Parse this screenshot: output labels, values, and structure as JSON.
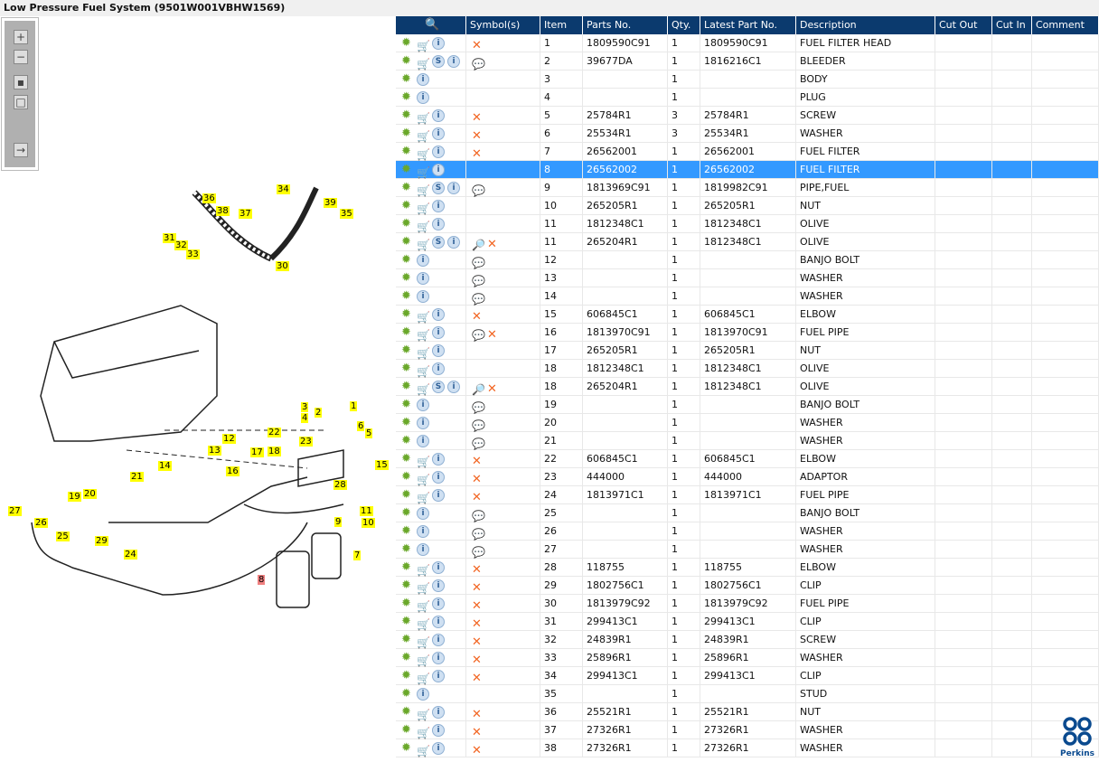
{
  "title": "Low Pressure Fuel System (9501W001VBHW1569)",
  "zoom_tools": [
    "zoom-in",
    "zoom-out",
    "fit-all",
    "fit-window",
    "toggle-panel"
  ],
  "columns": [
    "",
    "Symbol(s)",
    "Item",
    "Parts No.",
    "Qty.",
    "Latest Part No.",
    "Description",
    "Cut Out",
    "Cut In",
    "Comment"
  ],
  "brand": "Perkins",
  "selected_index": 7,
  "colors": {
    "header": "#0b3a6e",
    "selected": "#3399ff",
    "callout": "#ffff00",
    "callout_selected": "#f08080"
  },
  "rows": [
    {
      "c": 1,
      "s": 0,
      "sym": "x",
      "item": "1",
      "part": "1809590C91",
      "qty": "1",
      "latest": "1809590C91",
      "desc": "FUEL FILTER HEAD"
    },
    {
      "c": 1,
      "s": 1,
      "sym": "n",
      "item": "2",
      "part": "39677DA",
      "qty": "1",
      "latest": "1816216C1",
      "desc": "BLEEDER"
    },
    {
      "c": 0,
      "s": 0,
      "sym": "",
      "item": "3",
      "part": "",
      "qty": "1",
      "latest": "",
      "desc": "BODY"
    },
    {
      "c": 0,
      "s": 0,
      "sym": "",
      "item": "4",
      "part": "",
      "qty": "1",
      "latest": "",
      "desc": "PLUG"
    },
    {
      "c": 1,
      "s": 0,
      "sym": "x",
      "item": "5",
      "part": "25784R1",
      "qty": "3",
      "latest": "25784R1",
      "desc": "SCREW"
    },
    {
      "c": 1,
      "s": 0,
      "sym": "x",
      "item": "6",
      "part": "25534R1",
      "qty": "3",
      "latest": "25534R1",
      "desc": "WASHER"
    },
    {
      "c": 1,
      "s": 0,
      "sym": "x",
      "item": "7",
      "part": "26562001",
      "qty": "1",
      "latest": "26562001",
      "desc": "FUEL FILTER"
    },
    {
      "c": 1,
      "s": 0,
      "sym": "",
      "item": "8",
      "part": "26562002",
      "qty": "1",
      "latest": "26562002",
      "desc": "FUEL FILTER"
    },
    {
      "c": 1,
      "s": 1,
      "sym": "n",
      "item": "9",
      "part": "1813969C91",
      "qty": "1",
      "latest": "1819982C91",
      "desc": "PIPE,FUEL"
    },
    {
      "c": 1,
      "s": 0,
      "sym": "",
      "item": "10",
      "part": "265205R1",
      "qty": "1",
      "latest": "265205R1",
      "desc": "NUT"
    },
    {
      "c": 1,
      "s": 0,
      "sym": "",
      "item": "11",
      "part": "1812348C1",
      "qty": "1",
      "latest": "1812348C1",
      "desc": "OLIVE"
    },
    {
      "c": 1,
      "s": 1,
      "sym": "mx",
      "item": "11",
      "part": "265204R1",
      "qty": "1",
      "latest": "1812348C1",
      "desc": "OLIVE"
    },
    {
      "c": 0,
      "s": 0,
      "sym": "n",
      "item": "12",
      "part": "",
      "qty": "1",
      "latest": "",
      "desc": "BANJO BOLT"
    },
    {
      "c": 0,
      "s": 0,
      "sym": "n",
      "item": "13",
      "part": "",
      "qty": "1",
      "latest": "",
      "desc": "WASHER"
    },
    {
      "c": 0,
      "s": 0,
      "sym": "n",
      "item": "14",
      "part": "",
      "qty": "1",
      "latest": "",
      "desc": "WASHER"
    },
    {
      "c": 1,
      "s": 0,
      "sym": "x",
      "item": "15",
      "part": "606845C1",
      "qty": "1",
      "latest": "606845C1",
      "desc": "ELBOW"
    },
    {
      "c": 1,
      "s": 0,
      "sym": "nx",
      "item": "16",
      "part": "1813970C91",
      "qty": "1",
      "latest": "1813970C91",
      "desc": "FUEL PIPE"
    },
    {
      "c": 1,
      "s": 0,
      "sym": "",
      "item": "17",
      "part": "265205R1",
      "qty": "1",
      "latest": "265205R1",
      "desc": "NUT"
    },
    {
      "c": 1,
      "s": 0,
      "sym": "",
      "item": "18",
      "part": "1812348C1",
      "qty": "1",
      "latest": "1812348C1",
      "desc": "OLIVE"
    },
    {
      "c": 1,
      "s": 1,
      "sym": "mx",
      "item": "18",
      "part": "265204R1",
      "qty": "1",
      "latest": "1812348C1",
      "desc": "OLIVE"
    },
    {
      "c": 0,
      "s": 0,
      "sym": "n",
      "item": "19",
      "part": "",
      "qty": "1",
      "latest": "",
      "desc": "BANJO BOLT"
    },
    {
      "c": 0,
      "s": 0,
      "sym": "n",
      "item": "20",
      "part": "",
      "qty": "1",
      "latest": "",
      "desc": "WASHER"
    },
    {
      "c": 0,
      "s": 0,
      "sym": "n",
      "item": "21",
      "part": "",
      "qty": "1",
      "latest": "",
      "desc": "WASHER"
    },
    {
      "c": 1,
      "s": 0,
      "sym": "x",
      "item": "22",
      "part": "606845C1",
      "qty": "1",
      "latest": "606845C1",
      "desc": "ELBOW"
    },
    {
      "c": 1,
      "s": 0,
      "sym": "x",
      "item": "23",
      "part": "444000",
      "qty": "1",
      "latest": "444000",
      "desc": "ADAPTOR"
    },
    {
      "c": 1,
      "s": 0,
      "sym": "x",
      "item": "24",
      "part": "1813971C1",
      "qty": "1",
      "latest": "1813971C1",
      "desc": "FUEL PIPE"
    },
    {
      "c": 0,
      "s": 0,
      "sym": "n",
      "item": "25",
      "part": "",
      "qty": "1",
      "latest": "",
      "desc": "BANJO BOLT"
    },
    {
      "c": 0,
      "s": 0,
      "sym": "n",
      "item": "26",
      "part": "",
      "qty": "1",
      "latest": "",
      "desc": "WASHER"
    },
    {
      "c": 0,
      "s": 0,
      "sym": "n",
      "item": "27",
      "part": "",
      "qty": "1",
      "latest": "",
      "desc": "WASHER"
    },
    {
      "c": 1,
      "s": 0,
      "sym": "x",
      "item": "28",
      "part": "118755",
      "qty": "1",
      "latest": "118755",
      "desc": "ELBOW"
    },
    {
      "c": 1,
      "s": 0,
      "sym": "x",
      "item": "29",
      "part": "1802756C1",
      "qty": "1",
      "latest": "1802756C1",
      "desc": "CLIP"
    },
    {
      "c": 1,
      "s": 0,
      "sym": "x",
      "item": "30",
      "part": "1813979C92",
      "qty": "1",
      "latest": "1813979C92",
      "desc": "FUEL PIPE"
    },
    {
      "c": 1,
      "s": 0,
      "sym": "x",
      "item": "31",
      "part": "299413C1",
      "qty": "1",
      "latest": "299413C1",
      "desc": "CLIP"
    },
    {
      "c": 1,
      "s": 0,
      "sym": "x",
      "item": "32",
      "part": "24839R1",
      "qty": "1",
      "latest": "24839R1",
      "desc": "SCREW"
    },
    {
      "c": 1,
      "s": 0,
      "sym": "x",
      "item": "33",
      "part": "25896R1",
      "qty": "1",
      "latest": "25896R1",
      "desc": "WASHER"
    },
    {
      "c": 1,
      "s": 0,
      "sym": "x",
      "item": "34",
      "part": "299413C1",
      "qty": "1",
      "latest": "299413C1",
      "desc": "CLIP"
    },
    {
      "c": 0,
      "s": 0,
      "sym": "",
      "item": "35",
      "part": "",
      "qty": "1",
      "latest": "",
      "desc": "STUD"
    },
    {
      "c": 1,
      "s": 0,
      "sym": "x",
      "item": "36",
      "part": "25521R1",
      "qty": "1",
      "latest": "25521R1",
      "desc": "NUT"
    },
    {
      "c": 1,
      "s": 0,
      "sym": "x",
      "item": "37",
      "part": "27326R1",
      "qty": "1",
      "latest": "27326R1",
      "desc": "WASHER"
    },
    {
      "c": 1,
      "s": 0,
      "sym": "x",
      "item": "38",
      "part": "27326R1",
      "qty": "1",
      "latest": "27326R1",
      "desc": "WASHER"
    }
  ],
  "callouts": [
    "1",
    "2",
    "3",
    "4",
    "5",
    "6",
    "7",
    "8",
    "9",
    "10",
    "11",
    "12",
    "13",
    "14",
    "15",
    "16",
    "17",
    "18",
    "19",
    "20",
    "21",
    "22",
    "23",
    "24",
    "25",
    "26",
    "27",
    "28",
    "29",
    "30",
    "31",
    "32",
    "33",
    "34",
    "35",
    "36",
    "37",
    "38",
    "39"
  ]
}
